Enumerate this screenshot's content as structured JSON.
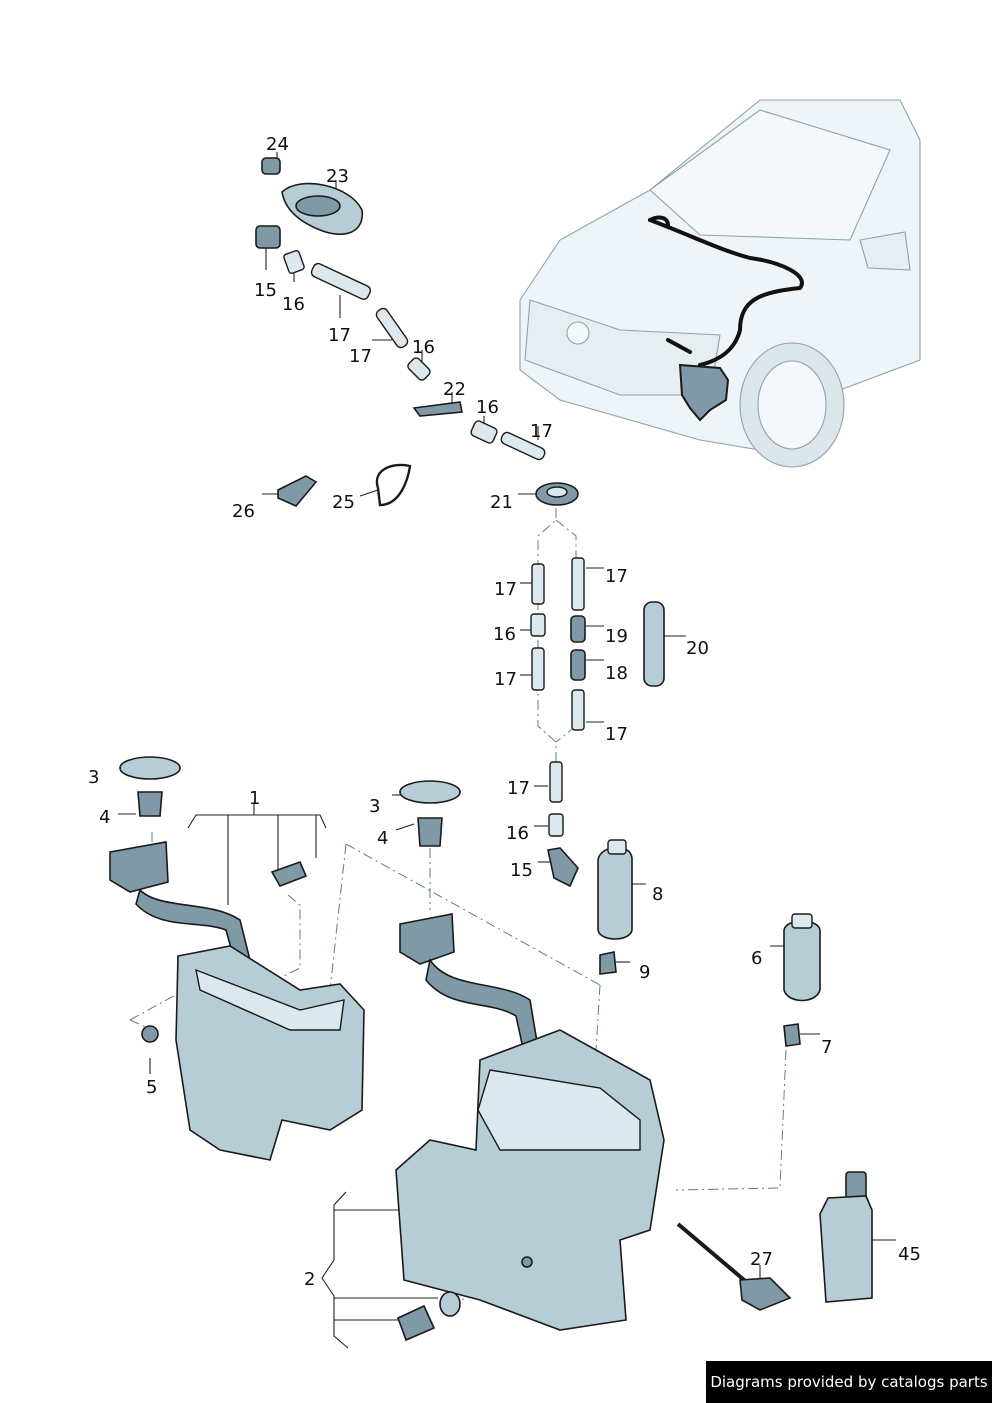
{
  "callouts": [
    {
      "id": "c24",
      "text": "24"
    },
    {
      "id": "c23",
      "text": "23"
    },
    {
      "id": "c15a",
      "text": "15"
    },
    {
      "id": "c16a",
      "text": "16"
    },
    {
      "id": "c17a",
      "text": "17"
    },
    {
      "id": "c17b",
      "text": "17"
    },
    {
      "id": "c16b",
      "text": "16"
    },
    {
      "id": "c22",
      "text": "22"
    },
    {
      "id": "c16c",
      "text": "16"
    },
    {
      "id": "c17c",
      "text": "17"
    },
    {
      "id": "c26",
      "text": "26"
    },
    {
      "id": "c25",
      "text": "25"
    },
    {
      "id": "c21",
      "text": "21"
    },
    {
      "id": "c17d",
      "text": "17"
    },
    {
      "id": "c17e",
      "text": "17"
    },
    {
      "id": "c16d",
      "text": "16"
    },
    {
      "id": "c19",
      "text": "19"
    },
    {
      "id": "c20",
      "text": "20"
    },
    {
      "id": "c18",
      "text": "18"
    },
    {
      "id": "c17f",
      "text": "17"
    },
    {
      "id": "c17g",
      "text": "17"
    },
    {
      "id": "c3a",
      "text": "3"
    },
    {
      "id": "c4a",
      "text": "4"
    },
    {
      "id": "c1",
      "text": "1"
    },
    {
      "id": "c3b",
      "text": "3"
    },
    {
      "id": "c4b",
      "text": "4"
    },
    {
      "id": "c17h",
      "text": "17"
    },
    {
      "id": "c16e",
      "text": "16"
    },
    {
      "id": "c15b",
      "text": "15"
    },
    {
      "id": "c8",
      "text": "8"
    },
    {
      "id": "c9",
      "text": "9"
    },
    {
      "id": "c6",
      "text": "6"
    },
    {
      "id": "c7",
      "text": "7"
    },
    {
      "id": "c5",
      "text": "5"
    },
    {
      "id": "c2",
      "text": "2"
    },
    {
      "id": "c27",
      "text": "27"
    },
    {
      "id": "c45",
      "text": "45"
    }
  ],
  "footer": {
    "text": "Diagrams provided by catalogs parts"
  }
}
